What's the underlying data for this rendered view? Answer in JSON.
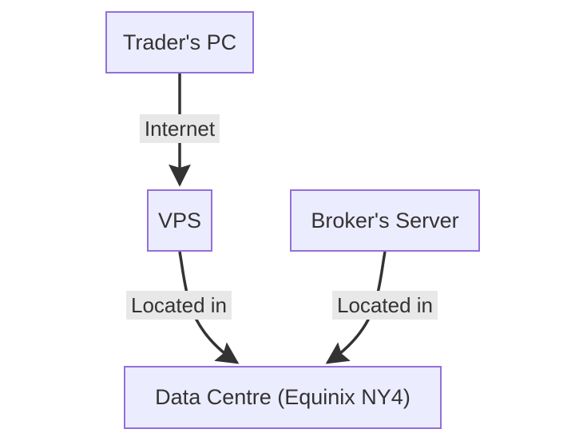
{
  "colors": {
    "background": "#ffffff",
    "node_fill": "#ECECFF",
    "node_border": "#9370DB",
    "edge": "#333333",
    "edge_label_bg": "#e8e8e8",
    "text": "#333333"
  },
  "diagram": {
    "type": "flowchart",
    "direction": "top-down",
    "nodes": [
      {
        "id": "trader_pc",
        "label": "Trader's PC"
      },
      {
        "id": "vps",
        "label": "VPS"
      },
      {
        "id": "broker_server",
        "label": "Broker's Server"
      },
      {
        "id": "data_centre",
        "label": "Data Centre (Equinix NY4)"
      }
    ],
    "edges": [
      {
        "from": "trader_pc",
        "to": "vps",
        "label": "Internet"
      },
      {
        "from": "vps",
        "to": "data_centre",
        "label": "Located in"
      },
      {
        "from": "broker_server",
        "to": "data_centre",
        "label": "Located in"
      }
    ]
  }
}
